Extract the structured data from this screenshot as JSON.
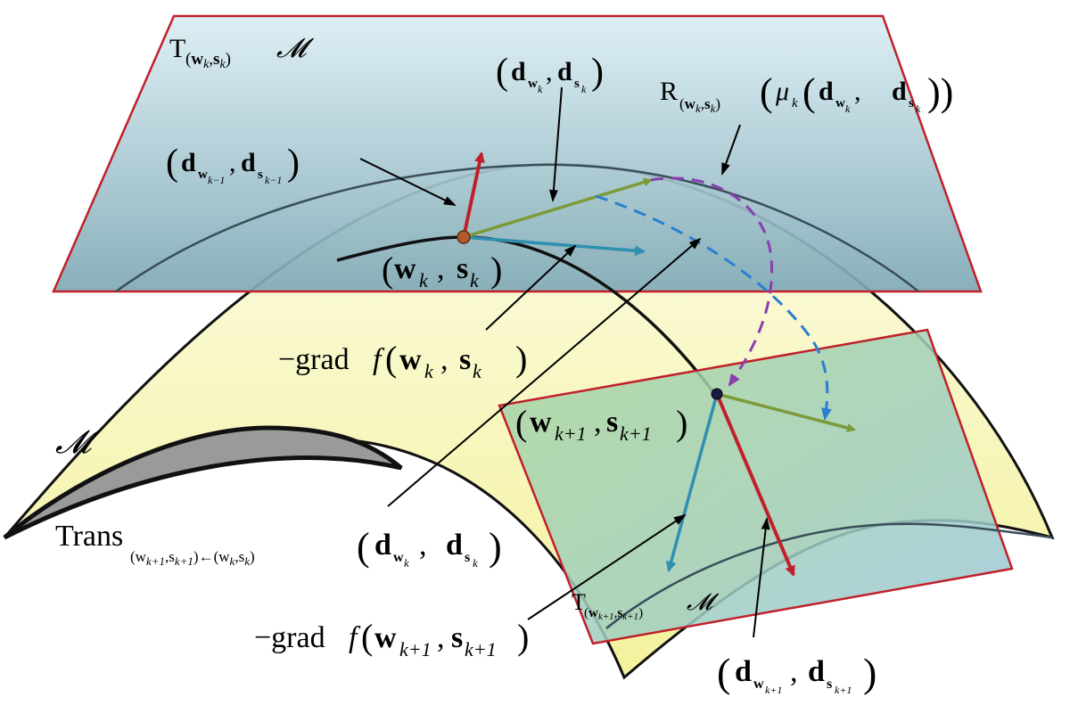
{
  "labels": {
    "manifold": "𝓜",
    "tangent_k_T": "T",
    "tangent_k_sub_w": "w",
    "tangent_k_sub_k": "k",
    "tangent_k_sub_s": "s",
    "tangent_k_M": "𝓜",
    "d_prev_bold_d1": "d",
    "d_prev_sub1": "w",
    "d_prev_subsub1": "k−1",
    "d_prev_bold_d2": "d",
    "d_prev_sub2": "s",
    "d_prev_subsub2": "k−1",
    "d_k_bold_d1": "d",
    "d_k_sub1": "w",
    "d_k_subsub1": "k",
    "d_k_bold_d2": "d",
    "d_k_sub2": "s",
    "d_k_subsub2": "k",
    "retr_R": "R",
    "retr_mu": "μ",
    "retr_k": "k",
    "point_k_w": "w",
    "point_k_k": "k",
    "point_k_s": "s",
    "grad_k_prefix": "−grad",
    "grad_k_f": "f",
    "point_k1_w": "w",
    "point_k1_sub": "k+1",
    "point_k1_s": "s",
    "trans_word": "Trans",
    "trans_sub": "(w",
    "trans_sub_k1": "k+1",
    "trans_sub_s": ",s",
    "trans_sub_arrow": ")←(w",
    "trans_sub_k": "k",
    "trans_sub_s2": ",s",
    "trans_sub_end": ")",
    "tangent_k1_T": "T",
    "grad_k1_prefix": "−grad",
    "grad_k1_f": "f",
    "d_next_bold_d1": "d",
    "d_next_sub1": "w",
    "d_next_subsub1": "k+1",
    "d_next_bold_d2": "d",
    "d_next_sub2": "s",
    "d_next_subsub2": "k+1"
  },
  "colors": {
    "plane_edge": "#c0202a",
    "curve": "#111111",
    "olive_vector": "#7d9a3a",
    "teal_vector": "#2f8fb0",
    "red_vector": "#c0202a",
    "dashed_purple": "#8a3fb0",
    "dashed_blue": "#2a7fd0",
    "point_k_fill": "#b25a2a"
  }
}
